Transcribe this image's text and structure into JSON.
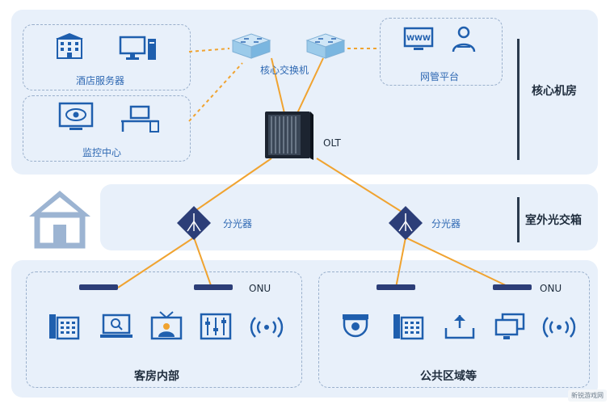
{
  "title": "英雄连 3 可以联机吗？联机介绍及玩法指南",
  "zones": {
    "core": "核心机房",
    "outdoor": "室外光交箱"
  },
  "nodes": {
    "hotel_server": "酒店服务器",
    "monitor_center": "监控中心",
    "core_switch": "核心交换机",
    "network_mgmt": "网管平台",
    "olt": "OLT",
    "splitter_left": "分光器",
    "splitter_right": "分光器",
    "onu_left": "ONU",
    "onu_right": "ONU"
  },
  "areas": {
    "guest_rooms": "客房内部",
    "public_areas": "公共区域等"
  },
  "watermark": "新锐游戏网",
  "colors": {
    "link_orange": "#f0a330",
    "icon_blue": "#1f5fae",
    "zone_bg": "#e8f0fa",
    "splitter_navy": "#2c3e78"
  }
}
